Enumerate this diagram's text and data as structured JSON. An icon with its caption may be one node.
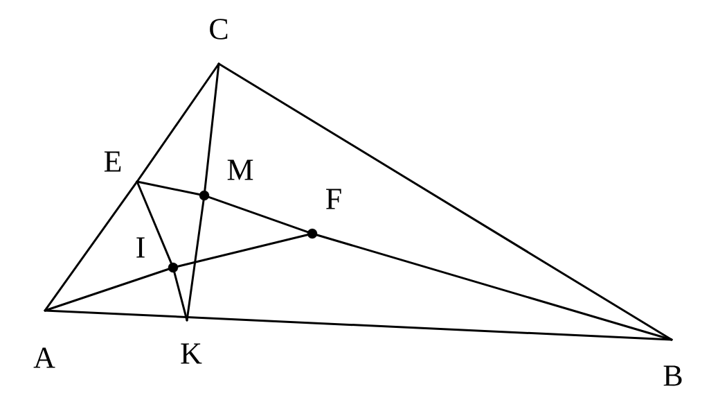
{
  "diagram": {
    "nodes": [
      {
        "text": [],
        "shape": "point",
        "beside": [
          "A"
        ]
      },
      {
        "text": [],
        "shape": "point",
        "beside": [
          "B"
        ]
      },
      {
        "text": [],
        "shape": "point",
        "beside": [
          "C"
        ]
      },
      {
        "text": [],
        "shape": "point",
        "beside": [
          "E"
        ]
      },
      {
        "text": [],
        "shape": "dot",
        "beside": [
          "M"
        ]
      },
      {
        "text": [],
        "shape": "dot",
        "beside": [
          "F"
        ]
      },
      {
        "text": [],
        "shape": "dot",
        "beside": [
          "I"
        ]
      },
      {
        "text": [],
        "shape": "point",
        "beside": [
          "K"
        ]
      }
    ],
    "edges": [
      {
        "from": 0,
        "to": 1,
        "arrow": "none"
      },
      {
        "from": 0,
        "to": 3,
        "arrow": "none"
      },
      {
        "from": 3,
        "to": 2,
        "arrow": "none"
      },
      {
        "from": 2,
        "to": 1,
        "arrow": "none"
      },
      {
        "from": 3,
        "to": 4,
        "arrow": "none"
      },
      {
        "from": 4,
        "to": 5,
        "arrow": "none"
      },
      {
        "from": 5,
        "to": 1,
        "arrow": "none"
      },
      {
        "from": 2,
        "to": 4,
        "arrow": "none"
      },
      {
        "from": 4,
        "to": 7,
        "arrow": "none"
      },
      {
        "from": 3,
        "to": 6,
        "arrow": "none"
      },
      {
        "from": 6,
        "to": 7,
        "arrow": "none"
      },
      {
        "from": 0,
        "to": 6,
        "arrow": "none"
      },
      {
        "from": 6,
        "to": 5,
        "arrow": "none"
      }
    ]
  }
}
